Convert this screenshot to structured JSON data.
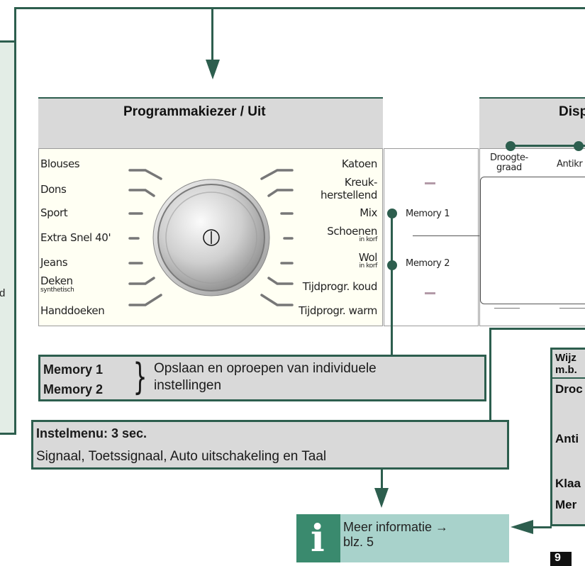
{
  "left_panel": {
    "fragment": "d"
  },
  "program_selector": {
    "title": "Programmakiezer / Uit",
    "left_programs": [
      {
        "label": "Blouses",
        "sub": ""
      },
      {
        "label": "Dons",
        "sub": ""
      },
      {
        "label": "Sport",
        "sub": ""
      },
      {
        "label": "Extra Snel 40'",
        "sub": ""
      },
      {
        "label": "Jeans",
        "sub": ""
      },
      {
        "label": "Deken",
        "sub": "synthetisch"
      },
      {
        "label": "Handdoeken",
        "sub": ""
      }
    ],
    "right_programs": [
      {
        "label": "Katoen",
        "sub": ""
      },
      {
        "label": "Kreuk-",
        "sub": ""
      },
      {
        "label": "herstellend",
        "sub": ""
      },
      {
        "label": "Mix",
        "sub": ""
      },
      {
        "label": "Schoenen",
        "sub": "in korf"
      },
      {
        "label": "Wol",
        "sub": "in korf"
      },
      {
        "label": "Tijdprogr. koud",
        "sub": ""
      },
      {
        "label": "Tijdprogr. warm",
        "sub": ""
      }
    ],
    "knob_symbol": "power-icon"
  },
  "memory_panel": {
    "memory1": "Memory 1",
    "memory2": "Memory 2"
  },
  "display": {
    "title": "Disp",
    "droog_line1": "Droogte-",
    "droog_line2": "graad",
    "antikr": "Antikr"
  },
  "memory_info": {
    "label1": "Memory 1",
    "label2": "Memory 2",
    "desc_line1": "Opslaan en oproepen van individuele",
    "desc_line2": "instellingen"
  },
  "settings_menu": {
    "title": "Instelmenu: 3 sec.",
    "desc": "Signaal, Toetssignaal, Auto uitschakeling en Taal"
  },
  "right_box": {
    "line1": "Wijz",
    "line2": "m.b.",
    "item1": "Droc",
    "item2": "Anti",
    "item3": "Klaa",
    "item4": "Mer"
  },
  "more_info": {
    "text_line1": "Meer informatie →",
    "text_line2": "blz. 5",
    "icon": "info-icon"
  },
  "page_fragment": "9",
  "colors": {
    "accent": "#2d5e4e",
    "panel_gray": "#d9d9d9",
    "info_teal": "#a8d2cb",
    "info_dark": "#3a8a6e"
  }
}
